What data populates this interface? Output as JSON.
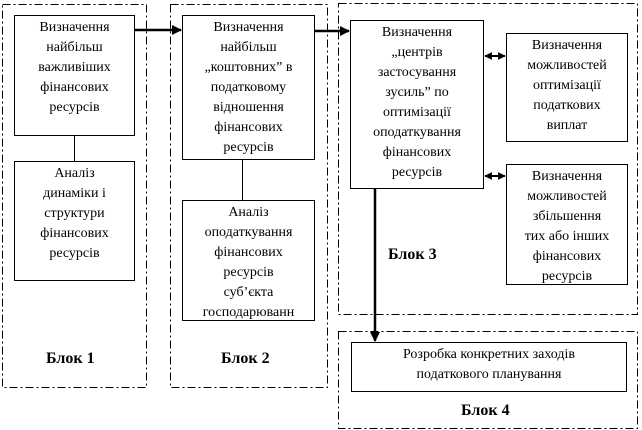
{
  "blocks": [
    {
      "label": "Блок 1",
      "boxes": [
        {
          "text": "Визначення\nнайбільш\nважливіших\nфінансових\nресурсів"
        },
        {
          "text": "Аналіз\nдинаміки і\nструктури\nфінансових\nресурсів"
        }
      ]
    },
    {
      "label": "Блок 2",
      "boxes": [
        {
          "text": "Визначення\nнайбільш\n„коштовних” в\nподатковому\nвідношення\nфінансових\nресурсів"
        },
        {
          "text": "Аналіз\nоподаткування\nфінансових\nресурсів\nсуб’єкта\nгосподарюванн"
        }
      ]
    },
    {
      "label": "Блок 3",
      "boxes": [
        {
          "text": "Визначення\n„центрів\nзастосування\nзусиль” по\nоптимізації\nоподаткування\nфінансових\nресурсів"
        },
        {
          "text": "Визначення\nможливостей\nоптимізації\nподаткових\nвиплат"
        },
        {
          "text": "Визначення\nможливостей\nзбільшення\nтих або інших\nфінансових\nресурсів"
        }
      ]
    },
    {
      "label": "Блок 4",
      "boxes": [
        {
          "text": "Розробка конкретних заходів\nподаткового планування"
        }
      ]
    }
  ]
}
